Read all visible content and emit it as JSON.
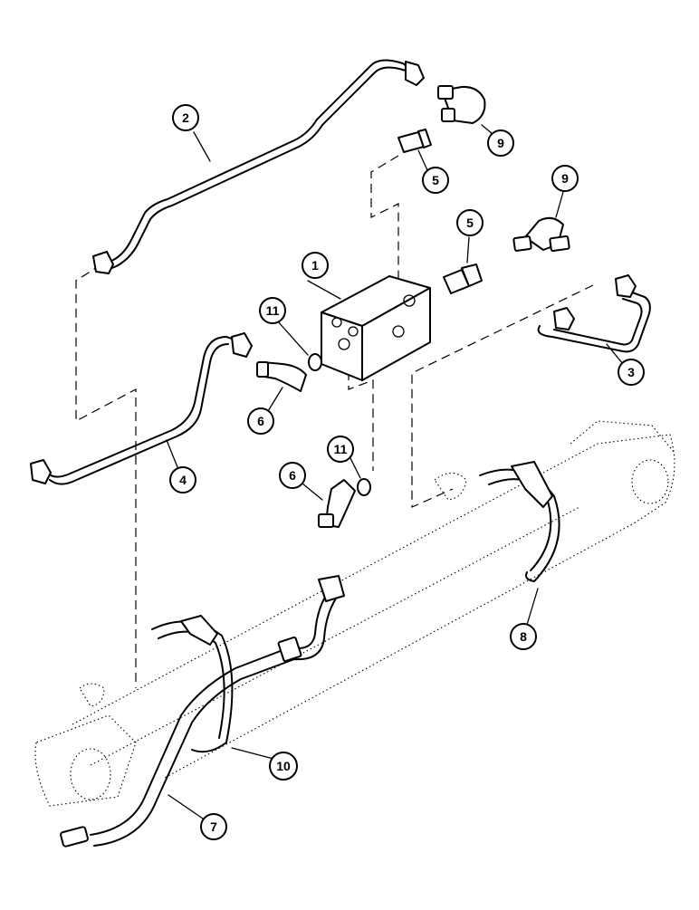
{
  "callouts": {
    "c1": "1",
    "c2": "2",
    "c3": "3",
    "c4": "4",
    "c5a": "5",
    "c5b": "5",
    "c6a": "6",
    "c6b": "6",
    "c7": "7",
    "c8": "8",
    "c9a": "9",
    "c9b": "9",
    "c10": "10",
    "c11a": "11",
    "c11b": "11"
  }
}
